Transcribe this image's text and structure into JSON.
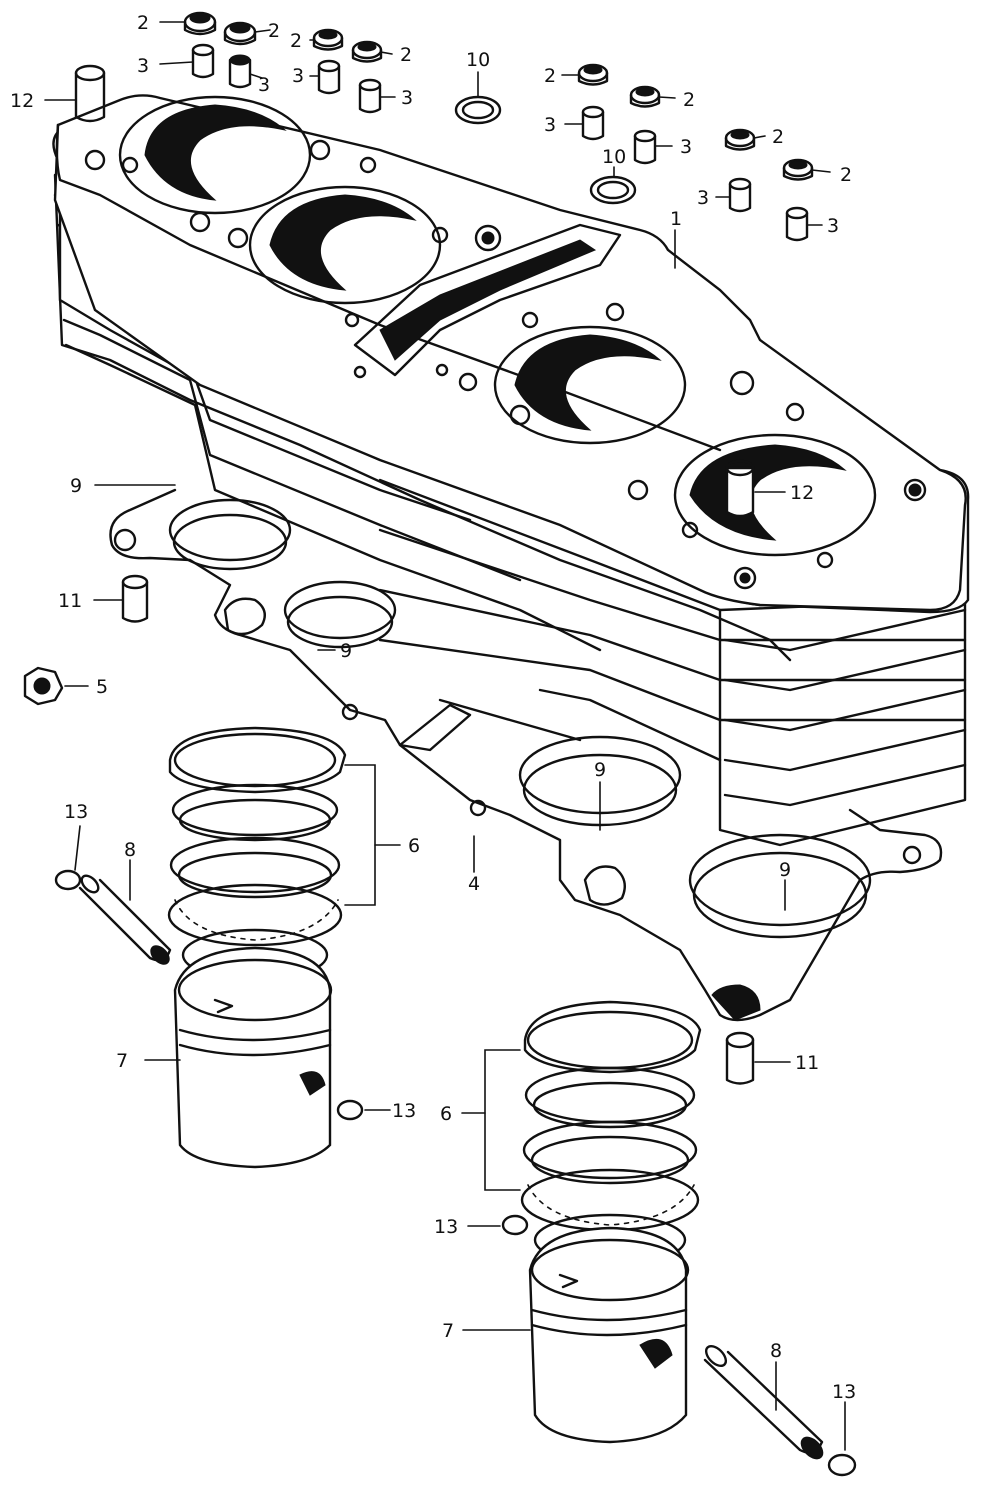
{
  "callouts": [
    {
      "id": "c-2a",
      "text": "2"
    },
    {
      "id": "c-2b",
      "text": "2"
    },
    {
      "id": "c-2c",
      "text": "2"
    },
    {
      "id": "c-2d",
      "text": "2"
    },
    {
      "id": "c-2e",
      "text": "2"
    },
    {
      "id": "c-2f",
      "text": "2"
    },
    {
      "id": "c-2g",
      "text": "2"
    },
    {
      "id": "c-2h",
      "text": "2"
    },
    {
      "id": "c-3a",
      "text": "3"
    },
    {
      "id": "c-3b",
      "text": "3"
    },
    {
      "id": "c-3c",
      "text": "3"
    },
    {
      "id": "c-3d",
      "text": "3"
    },
    {
      "id": "c-3e",
      "text": "3"
    },
    {
      "id": "c-3f",
      "text": "3"
    },
    {
      "id": "c-3g",
      "text": "3"
    },
    {
      "id": "c-3h",
      "text": "3"
    },
    {
      "id": "c-1",
      "text": "1"
    },
    {
      "id": "c-4",
      "text": "4"
    },
    {
      "id": "c-5",
      "text": "5"
    },
    {
      "id": "c-6a",
      "text": "6"
    },
    {
      "id": "c-6b",
      "text": "6"
    },
    {
      "id": "c-7a",
      "text": "7"
    },
    {
      "id": "c-7b",
      "text": "7"
    },
    {
      "id": "c-8a",
      "text": "8"
    },
    {
      "id": "c-8b",
      "text": "8"
    },
    {
      "id": "c-9a",
      "text": "9"
    },
    {
      "id": "c-9b",
      "text": "9"
    },
    {
      "id": "c-9c",
      "text": "9"
    },
    {
      "id": "c-9d",
      "text": "9"
    },
    {
      "id": "c-10a",
      "text": "10"
    },
    {
      "id": "c-10b",
      "text": "10"
    },
    {
      "id": "c-11a",
      "text": "11"
    },
    {
      "id": "c-11b",
      "text": "11"
    },
    {
      "id": "c-12a",
      "text": "12"
    },
    {
      "id": "c-12b",
      "text": "12"
    },
    {
      "id": "c-13a",
      "text": "13"
    },
    {
      "id": "c-13b",
      "text": "13"
    },
    {
      "id": "c-13c",
      "text": "13"
    },
    {
      "id": "c-13d",
      "text": "13"
    }
  ]
}
